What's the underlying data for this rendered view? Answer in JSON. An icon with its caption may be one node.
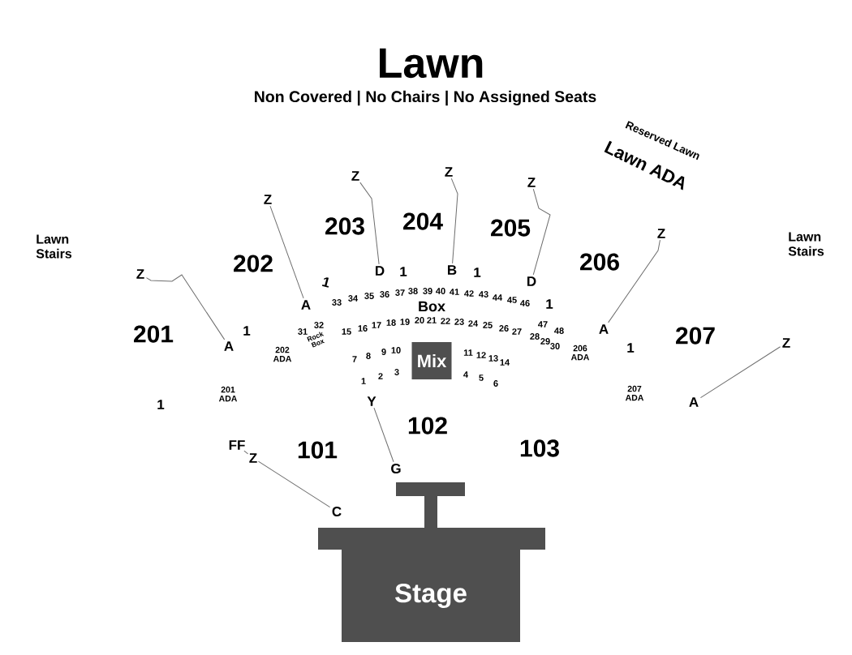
{
  "diagram": {
    "title": "Lawn",
    "nodes": [
      {
        "text": [
          "Z"
        ]
      },
      {
        "text": [
          "Z"
        ]
      },
      {
        "text": [
          "Z"
        ]
      },
      {
        "text": [
          "Z"
        ]
      },
      {
        "text": [
          "Z"
        ]
      },
      {
        "text": [
          "B"
        ]
      },
      {
        "text": [
          "D"
        ]
      },
      {
        "text": [
          "Z"
        ]
      },
      {
        "text": [
          "D"
        ]
      },
      {
        "text": [
          "A"
        ]
      },
      {
        "text": [
          "A"
        ]
      },
      {
        "text": [
          "Z"
        ]
      },
      {
        "text": [
          "A"
        ]
      },
      {
        "text": [
          "Mix"
        ]
      },
      {
        "text": [
          "Y"
        ]
      },
      {
        "text": [
          "A"
        ]
      },
      {
        "text": [
          "FF"
        ]
      },
      {
        "text": [
          "Z"
        ]
      },
      {
        "text": [
          "G"
        ]
      },
      {
        "text": [
          "C"
        ]
      },
      {
        "text": [
          "Stage"
        ]
      }
    ],
    "edges": [
      {
        "from": 0,
        "to": 5,
        "arrow": "none"
      },
      {
        "from": 1,
        "to": 6,
        "arrow": "none"
      },
      {
        "from": 2,
        "to": 8,
        "arrow": "none"
      },
      {
        "from": 3,
        "to": 9,
        "arrow": "none"
      },
      {
        "from": 4,
        "to": 10,
        "arrow": "none"
      },
      {
        "from": 7,
        "to": 12,
        "arrow": "none"
      },
      {
        "from": 11,
        "to": 15,
        "arrow": "none"
      },
      {
        "from": 14,
        "to": 18,
        "arrow": "none"
      },
      {
        "from": 16,
        "to": 17,
        "arrow": "none"
      },
      {
        "from": 17,
        "to": 19,
        "arrow": "none"
      }
    ],
    "labels": [
      "Non Covered | No Chairs | No Assigned Seats",
      "Reserved Lawn",
      "Lawn ADA",
      "203",
      "204",
      "205",
      "Lawn Stairs",
      "Lawn Stairs",
      "202",
      "206",
      "1",
      "1",
      "1",
      "33",
      "34",
      "35",
      "36",
      "37",
      "38",
      "39",
      "40",
      "41",
      "42",
      "43",
      "44",
      "45",
      "46",
      "Box",
      "1",
      "201",
      "1",
      "31",
      "32",
      "Rock Box",
      "15",
      "16",
      "17",
      "18",
      "19",
      "20",
      "21",
      "22",
      "23",
      "24",
      "25",
      "26",
      "27",
      "47",
      "48",
      "28",
      "29",
      "30",
      "1",
      "207",
      "202 ADA",
      "7",
      "8",
      "9",
      "10",
      "11",
      "12",
      "13",
      "14",
      "206 ADA",
      "1",
      "2",
      "3",
      "4",
      "5",
      "6",
      "201 ADA",
      "207 ADA",
      "1",
      "102",
      "101",
      "103"
    ]
  }
}
